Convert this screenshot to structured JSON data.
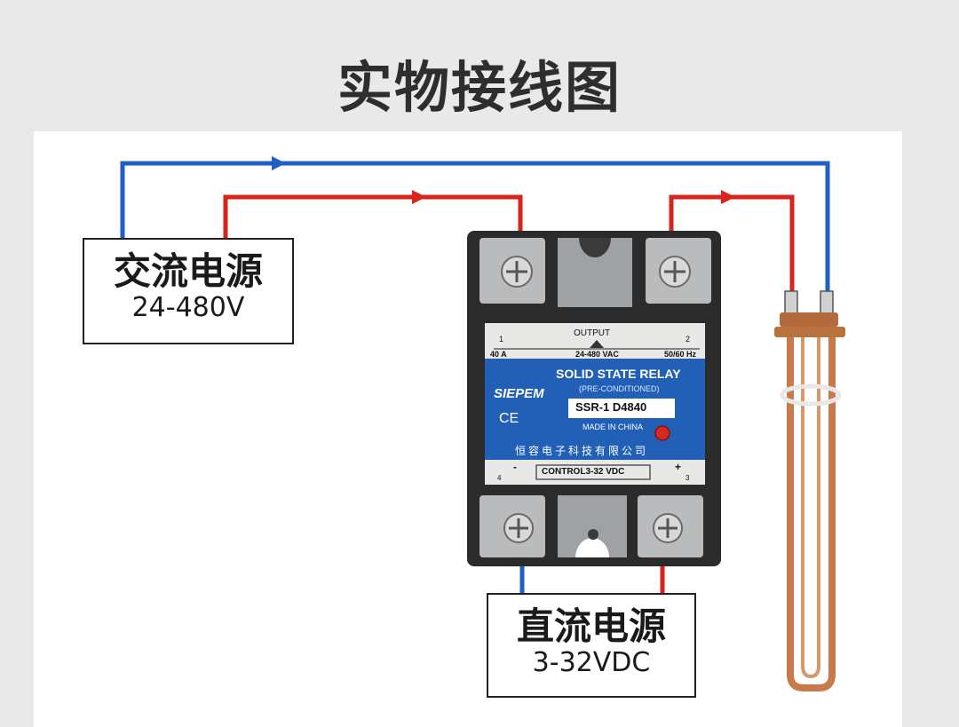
{
  "title": "实物接线图",
  "ac_source": {
    "name": "交流电源",
    "voltage": "24-480V"
  },
  "dc_source": {
    "name": "直流电源",
    "voltage": "3-32VDC"
  },
  "relay": {
    "output_label": "OUTPUT",
    "terminal_1": "1",
    "terminal_2": "2",
    "current": "40 A",
    "voltage": "24-480 VAC",
    "frequency": "50/60 Hz",
    "type": "SOLID STATE RELAY",
    "subtitle": "(PRE-CONDITIONED)",
    "brand": "SIEPEM",
    "model": "SSR-1 D4840",
    "ce": "CE",
    "made_in": "MADE IN CHINA",
    "company": "恒容电子科技有限公司",
    "control": "CONTROL3-32 VDC",
    "minus": "-",
    "plus": "+",
    "terminal_4": "4",
    "terminal_3": "3"
  },
  "colors": {
    "wire_blue": "#1f5fc6",
    "wire_red": "#d9241e",
    "label_blue": "#1560c0",
    "copper": "#c97a4a"
  }
}
